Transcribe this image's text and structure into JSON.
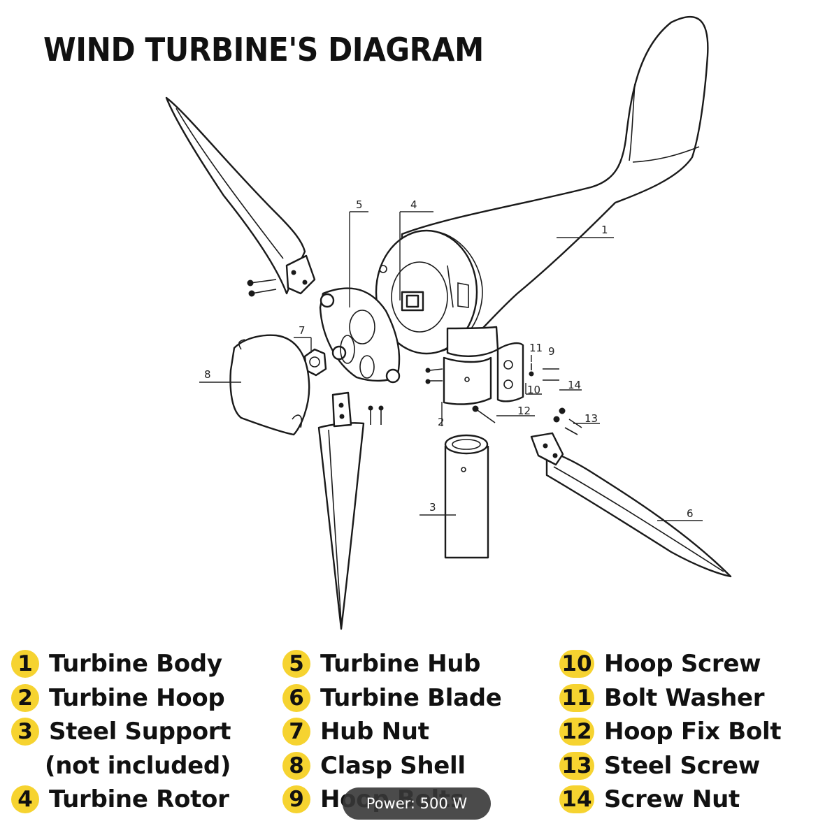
{
  "title": "WIND TURBINE'S DIAGRAM",
  "callouts": [
    "1",
    "2",
    "3",
    "4",
    "5",
    "6",
    "7",
    "8",
    "10",
    "11",
    "12",
    "13",
    "14"
  ],
  "legend": [
    {
      "num": "1",
      "label": "Turbine Body"
    },
    {
      "num": "2",
      "label": "Turbine Hoop"
    },
    {
      "num": "3",
      "label": "Steel Support",
      "sub": "(not included)"
    },
    {
      "num": "4",
      "label": "Turbine Rotor"
    },
    {
      "num": "5",
      "label": "Turbine Hub"
    },
    {
      "num": "6",
      "label": "Turbine Blade"
    },
    {
      "num": "7",
      "label": "Hub Nut"
    },
    {
      "num": "8",
      "label": "Clasp Shell"
    },
    {
      "num": "9",
      "label": "Hoop Bolts"
    },
    {
      "num": "10",
      "label": "Hoop Screw"
    },
    {
      "num": "11",
      "label": "Bolt Washer"
    },
    {
      "num": "12",
      "label": "Hoop Fix Bolt"
    },
    {
      "num": "13",
      "label": "Steel Screw"
    },
    {
      "num": "14",
      "label": "Screw Nut"
    }
  ],
  "badge": "Power: 500 W",
  "colors": {
    "number_circle": "#f6d330",
    "line": "#1a1a1a",
    "badge_bg": "#373737"
  }
}
